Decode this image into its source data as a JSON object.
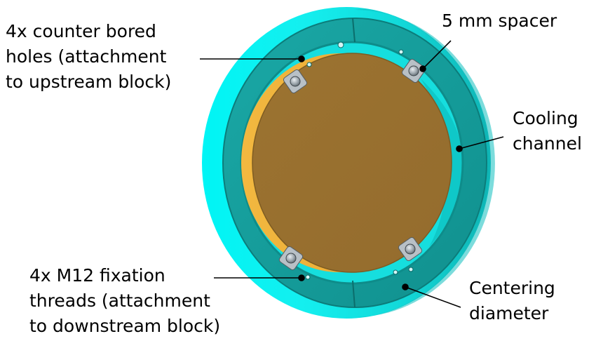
{
  "labels": {
    "counter_bored_holes": [
      "4x counter bored",
      "holes (attachment",
      "to upstream block)"
    ],
    "spacer": [
      "5 mm spacer"
    ],
    "cooling_channel": [
      "Cooling",
      "channel"
    ],
    "fixation_threads": [
      "4x M12 fixation",
      "threads (attachment",
      "to downstream block)"
    ],
    "centering_diameter": [
      "Centering",
      "diameter"
    ]
  },
  "colors": {
    "ring_body": "#19ecec",
    "ring_face": "#169e9c",
    "disc": "#9a7232",
    "disc_edge": "#f0b43a",
    "leader": "#000000"
  }
}
